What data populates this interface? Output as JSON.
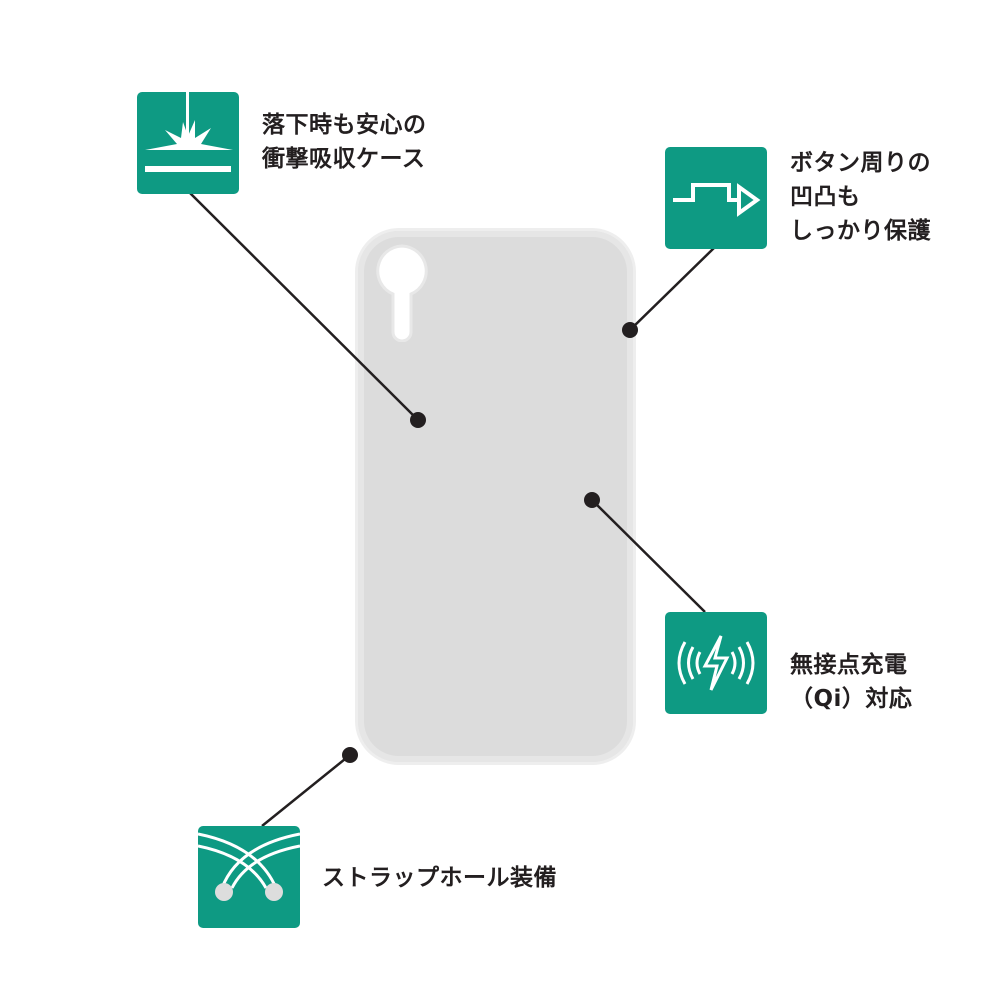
{
  "features": [
    {
      "icon": "impact-icon",
      "lines": [
        "落下時も安心の",
        "衝撃吸収ケース"
      ]
    },
    {
      "icon": "button-contour-icon",
      "lines": [
        "ボタン周りの",
        "凹凸も",
        "しっかり保護"
      ]
    },
    {
      "icon": "wireless-charging-icon",
      "lines": [
        "無接点充電",
        "（Qi）対応"
      ]
    },
    {
      "icon": "strap-hole-icon",
      "lines": [
        "ストラップホール装備"
      ]
    }
  ],
  "colors": {
    "accent": "#0e9a83",
    "line": "#231f20"
  }
}
